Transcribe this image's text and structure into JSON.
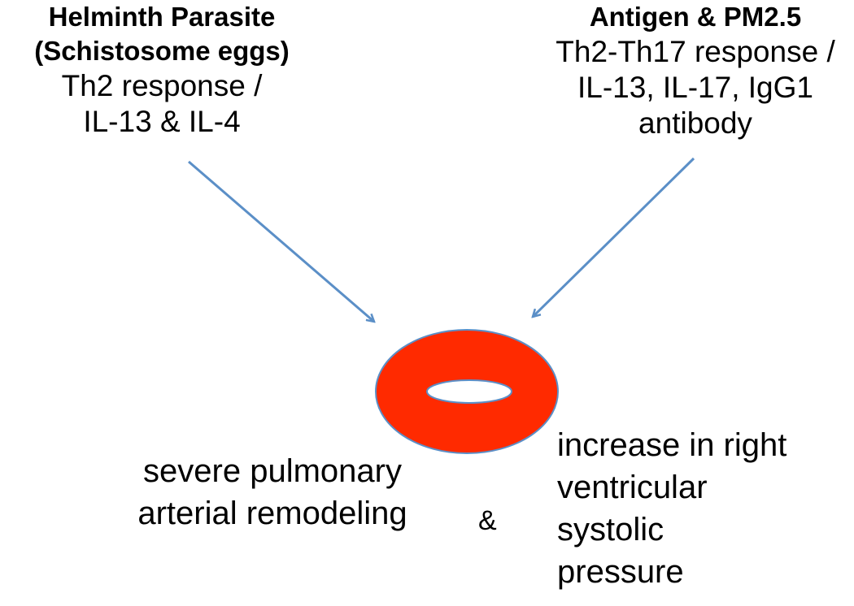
{
  "left_source": {
    "title_line1": "Helminth Parasite",
    "title_line2": "(Schistosome eggs)",
    "detail_line1": "Th2 response /",
    "detail_line2": "IL-13 & IL-4"
  },
  "right_source": {
    "title_line1": "Antigen & PM2.5",
    "detail_line1": "Th2-Th17 response /",
    "detail_line2": "IL-13, IL-17, IgG1",
    "detail_line3": "antibody"
  },
  "outcome_left": {
    "line1": "severe pulmonary",
    "line2": "arterial remodeling"
  },
  "connector": "&",
  "outcome_right": {
    "line1": "increase in right",
    "line2": "ventricular",
    "line3": "systolic",
    "line4": "pressure"
  },
  "colors": {
    "arrow": "#5b8fc7",
    "vessel_fill": "#ff2a00",
    "vessel_stroke": "#5b8fc7",
    "lumen_fill": "#ffffff"
  }
}
